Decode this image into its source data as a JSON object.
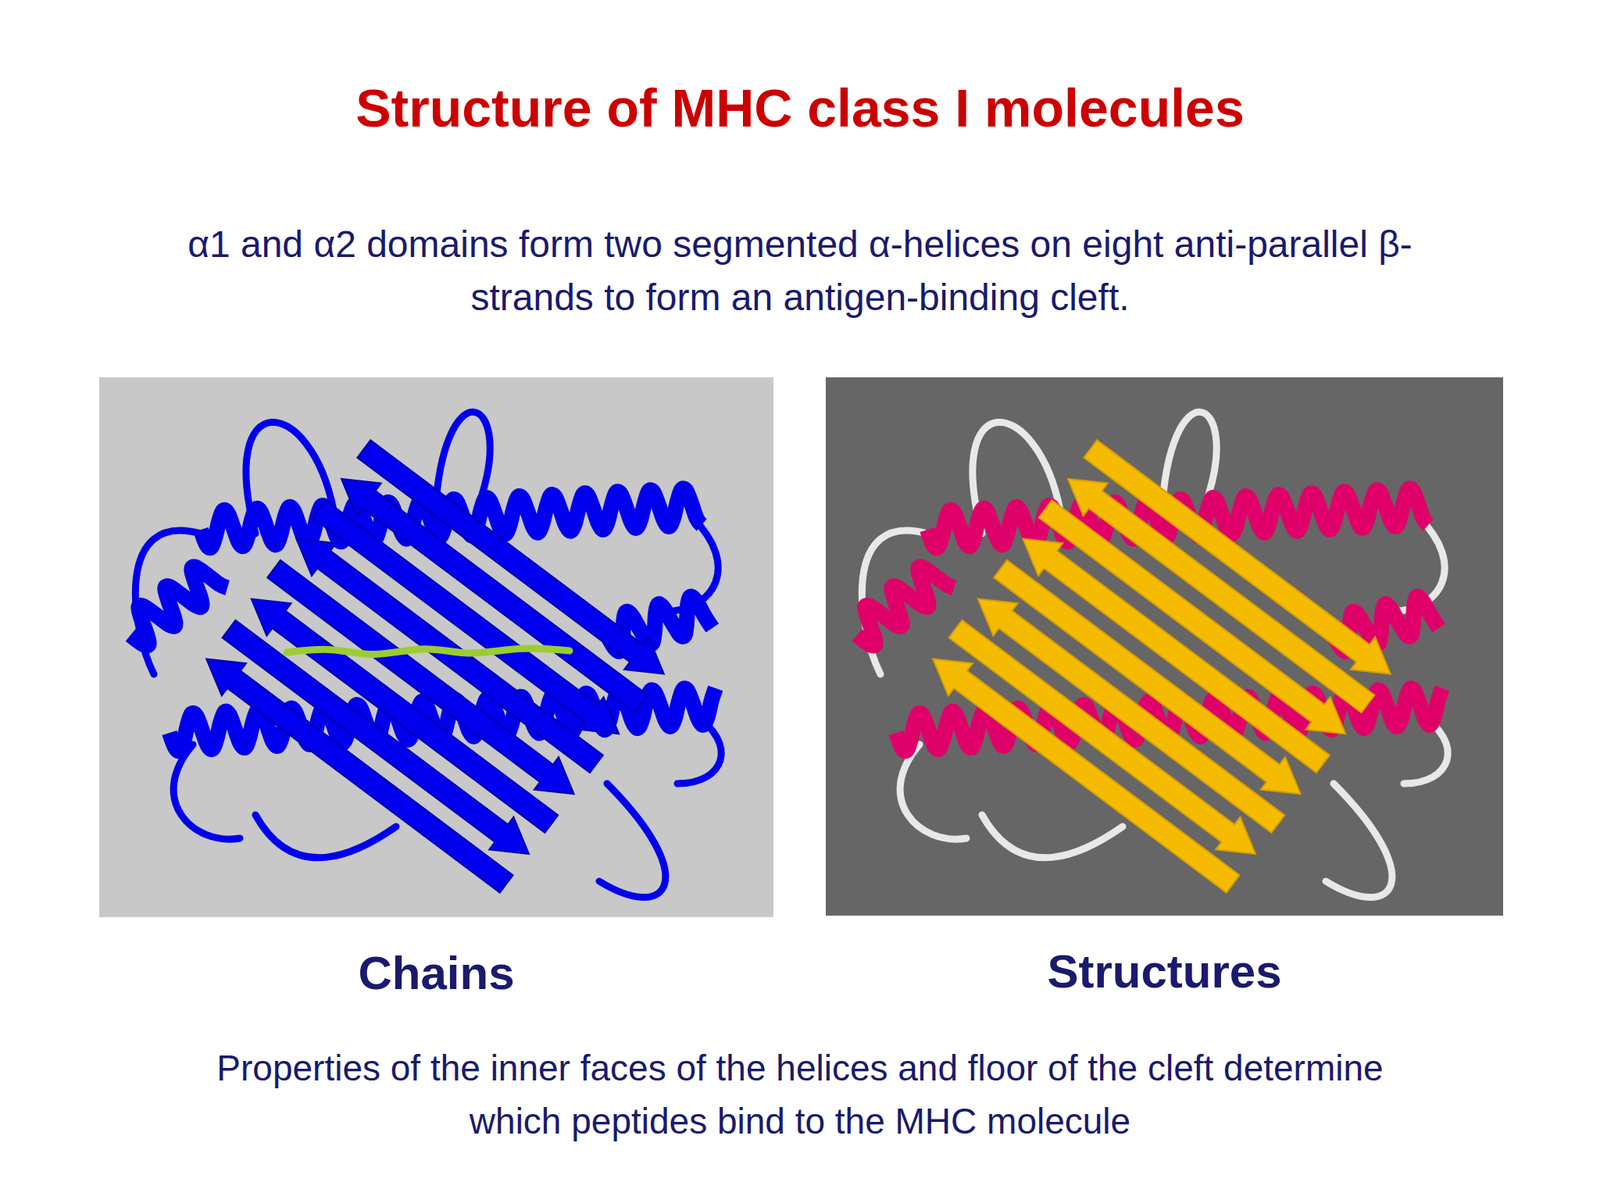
{
  "diagram": {
    "title": "Structure of MHC class I molecules",
    "nodes": [
      {
        "text": [
          "Chains"
        ]
      },
      {
        "text": [
          "Structures"
        ]
      }
    ],
    "labels": [
      "α1 and α2 domains form two segmented α-helices on eight anti-parallel β-strands to form an antigen-binding cleft.",
      "Properties of the inner faces of the helices and floor of the cleft determine which peptides bind to the MHC molecule"
    ]
  }
}
